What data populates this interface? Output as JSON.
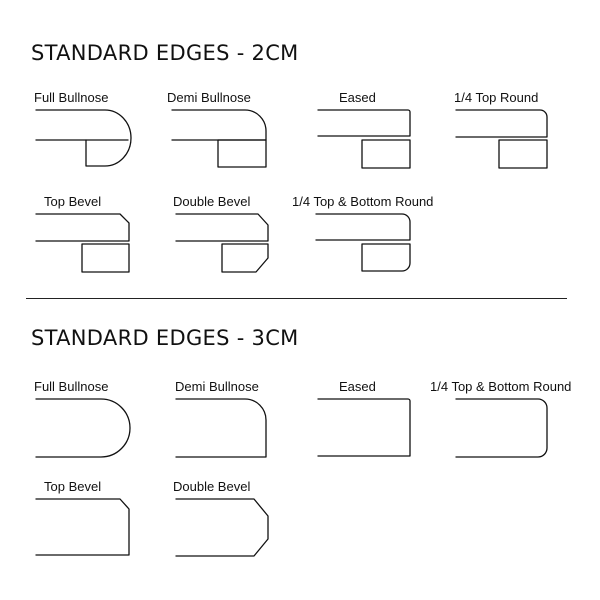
{
  "sections": [
    {
      "title": "STANDARD EDGES - 2CM",
      "edges": [
        {
          "label": "Full Bullnose",
          "profile": "full-bullnose-2cm"
        },
        {
          "label": "Demi Bullnose",
          "profile": "demi-bullnose-2cm"
        },
        {
          "label": "Eased",
          "profile": "eased-2cm"
        },
        {
          "label": "1/4 Top Round",
          "profile": "quarter-top-round-2cm"
        },
        {
          "label": "Top Bevel",
          "profile": "top-bevel-2cm"
        },
        {
          "label": "Double Bevel",
          "profile": "double-bevel-2cm"
        },
        {
          "label": "1/4 Top & Bottom Round",
          "profile": "quarter-top-bottom-round-2cm"
        }
      ]
    },
    {
      "title": "STANDARD EDGES - 3CM",
      "edges": [
        {
          "label": "Full Bullnose",
          "profile": "full-bullnose-3cm"
        },
        {
          "label": "Demi Bullnose",
          "profile": "demi-bullnose-3cm"
        },
        {
          "label": "Eased",
          "profile": "eased-3cm"
        },
        {
          "label": "1/4 Top & Bottom Round",
          "profile": "quarter-top-bottom-round-3cm"
        },
        {
          "label": "Top Bevel",
          "profile": "top-bevel-3cm"
        },
        {
          "label": "Double Bevel",
          "profile": "double-bevel-3cm"
        }
      ]
    }
  ]
}
